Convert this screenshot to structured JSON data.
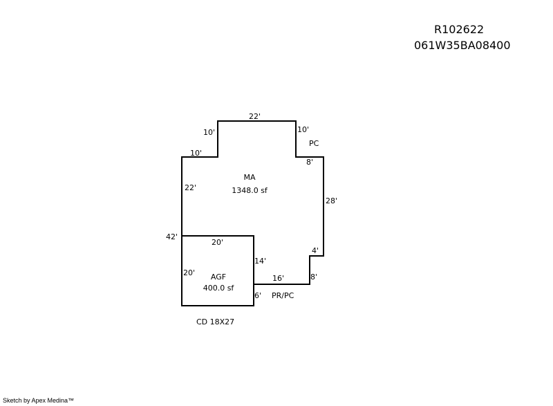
{
  "header": {
    "parcel_id": "R102622",
    "map_number": "061W35BA08400"
  },
  "areas": {
    "ma": {
      "code": "MA",
      "size": "1348.0 sf"
    },
    "agf": {
      "code": "AGF",
      "size": "400.0 sf"
    }
  },
  "dimensions": {
    "ma_top": "22'",
    "ma_step_vertical": "10'",
    "ma_step_horizontal": "10'",
    "ma_right_upper": "10'",
    "ma_right_notch": "8'",
    "ma_left": "22'",
    "ma_right": "28'",
    "ma_bottom_notch": "4'",
    "ma_bottom_right": "8'",
    "ma_bottom": "16'",
    "ma_full_left": "42'",
    "agf_top": "20'",
    "agf_left": "20'",
    "agf_right_upper": "14'",
    "agf_right_lower": "6'"
  },
  "notes": {
    "pc": "PC",
    "pr_pc": "PR/PC",
    "cd": "CD 18X27"
  },
  "footer": {
    "credit": "Sketch by Apex Medina™"
  }
}
